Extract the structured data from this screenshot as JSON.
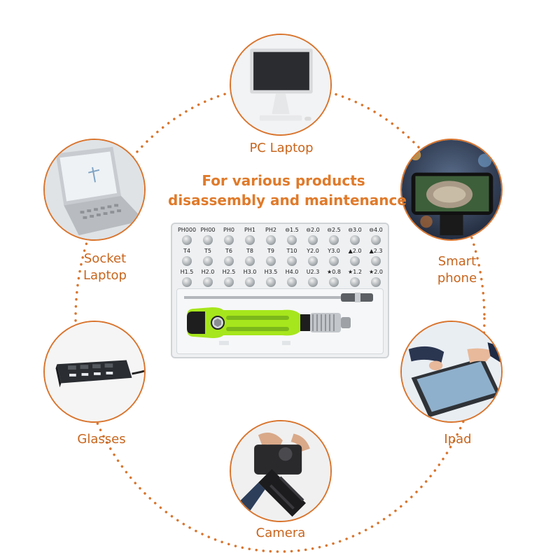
{
  "headline": {
    "line1": "For various products",
    "line2": "disassembly and maintenance"
  },
  "devices": {
    "pc_laptop": {
      "label": "PC Laptop",
      "icon": "desktop-computer-icon"
    },
    "socket_laptop": {
      "label_line1": "Socket",
      "label_line2": "Laptop",
      "icon": "laptop-icon"
    },
    "smart_phone": {
      "label_line1": "Smart",
      "label_line2": "phone",
      "icon": "smartphone-icon"
    },
    "glasses": {
      "label": "Glasses",
      "icon": "usb-hub-icon"
    },
    "ipad": {
      "label": "Ipad",
      "icon": "tablet-icon"
    },
    "camera": {
      "label": "Camera",
      "icon": "camera-icon"
    }
  },
  "bit_rows": [
    [
      "PH000",
      "PH00",
      "PH0",
      "PH1",
      "PH2",
      "⊖1.5",
      "⊖2.0",
      "⊖2.5",
      "⊖3.0",
      "⊖4.0"
    ],
    [
      "T4",
      "T5",
      "T6",
      "T8",
      "T9",
      "T10",
      "Y2.0",
      "Y3.0",
      "▲2.0",
      "▲2.3"
    ],
    [
      "H1.5",
      "H2.0",
      "H2.5",
      "H3.0",
      "H3.5",
      "H4.0",
      "U2.3",
      "★0.8",
      "★1.2",
      "★2.0"
    ]
  ],
  "colors": {
    "accent": "#e07a2a",
    "label": "#c8651d",
    "handle_green": "#a6e61c",
    "handle_black": "#1e1e1e"
  }
}
